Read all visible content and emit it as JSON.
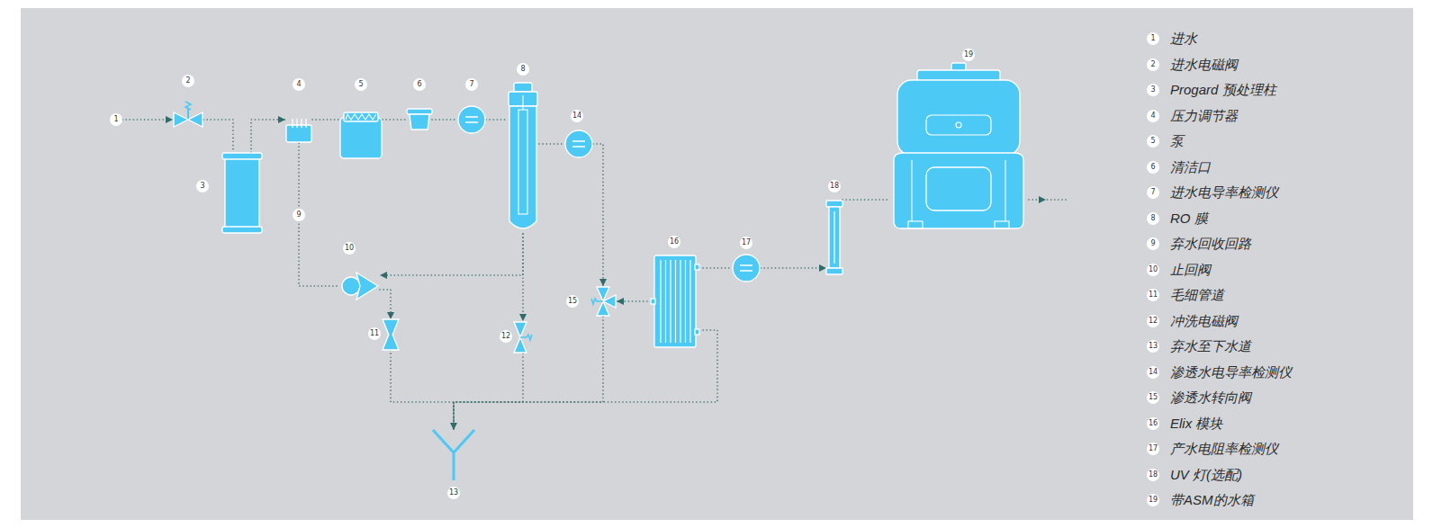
{
  "diagram": {
    "nodes": [
      {
        "text": [
          "1"
        ]
      },
      {
        "text": [
          "2"
        ]
      },
      {
        "text": [
          "3"
        ]
      },
      {
        "text": [
          "4"
        ]
      },
      {
        "text": [
          "5"
        ]
      },
      {
        "text": [
          "6"
        ]
      },
      {
        "text": [
          "7"
        ]
      },
      {
        "text": [
          "8"
        ]
      },
      {
        "text": [
          "10"
        ]
      },
      {
        "text": [
          "11"
        ]
      },
      {
        "text": [
          "12"
        ]
      },
      {
        "text": [
          "13"
        ]
      },
      {
        "text": [
          "14"
        ]
      },
      {
        "text": [
          "15"
        ]
      },
      {
        "text": [
          "16"
        ]
      },
      {
        "text": [
          "17"
        ]
      },
      {
        "text": [
          "18"
        ]
      },
      {
        "text": [
          "19"
        ]
      }
    ],
    "edges": [
      {
        "from": 0,
        "to": 1,
        "arrow": "to"
      },
      {
        "from": 1,
        "to": 2,
        "arrow": "none"
      },
      {
        "from": 2,
        "to": 3,
        "arrow": "to"
      },
      {
        "from": 3,
        "to": 4,
        "arrow": "none"
      },
      {
        "from": 4,
        "to": 5,
        "arrow": "none"
      },
      {
        "from": 5,
        "to": 6,
        "arrow": "none"
      },
      {
        "from": 6,
        "to": 7,
        "arrow": "none"
      },
      {
        "from": 7,
        "to": 12,
        "arrow": "none"
      },
      {
        "from": 12,
        "to": 13,
        "arrow": "to"
      },
      {
        "from": 14,
        "to": 13,
        "arrow": "to"
      },
      {
        "from": 14,
        "to": 15,
        "arrow": "none"
      },
      {
        "from": 15,
        "to": 16,
        "arrow": "to"
      },
      {
        "from": 16,
        "to": 17,
        "arrow": "none"
      },
      {
        "from": 3,
        "to": 8,
        "label": "9",
        "arrow": "none"
      },
      {
        "from": 7,
        "to": 8,
        "arrow": "to"
      },
      {
        "from": 7,
        "to": 10,
        "arrow": "to"
      },
      {
        "from": 8,
        "to": 9,
        "arrow": "to"
      },
      {
        "from": 9,
        "to": 11,
        "arrow": "none"
      },
      {
        "from": 10,
        "to": 11,
        "arrow": "none"
      },
      {
        "from": 13,
        "to": 11,
        "arrow": "none"
      },
      {
        "from": 14,
        "to": 11,
        "arrow": "to"
      }
    ],
    "labels": [
      "1",
      "2",
      "3",
      "4",
      "5",
      "6",
      "7",
      "8",
      "9",
      "10",
      "11",
      "12",
      "13",
      "14",
      "15",
      "16",
      "17",
      "18",
      "19"
    ],
    "legend": [
      {
        "text": "进水"
      },
      {
        "text": "进水电磁阀"
      },
      {
        "text": "Progard 预处理柱"
      },
      {
        "text": "压力调节器"
      },
      {
        "text": "泵"
      },
      {
        "text": "清洁口"
      },
      {
        "text": "进水电导率检测仪"
      },
      {
        "text": "RO 膜"
      },
      {
        "text": "弃水回收回路"
      },
      {
        "text": "止回阀"
      },
      {
        "text": "毛细管道"
      },
      {
        "text": "冲洗电磁阀"
      },
      {
        "text": "弃水至下水道"
      },
      {
        "text": "渗透水电导率检测仪"
      },
      {
        "text": "渗透水转向阀"
      },
      {
        "text": "Elix 模块"
      },
      {
        "text": "产水电阻率检测仪"
      },
      {
        "text": "UV 灯(选配)"
      },
      {
        "text": "带ASM的水箱"
      }
    ]
  }
}
